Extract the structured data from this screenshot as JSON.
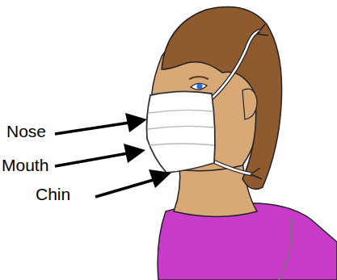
{
  "diagram": {
    "labels": [
      "Nose",
      "Mouth",
      "Chin"
    ]
  }
}
